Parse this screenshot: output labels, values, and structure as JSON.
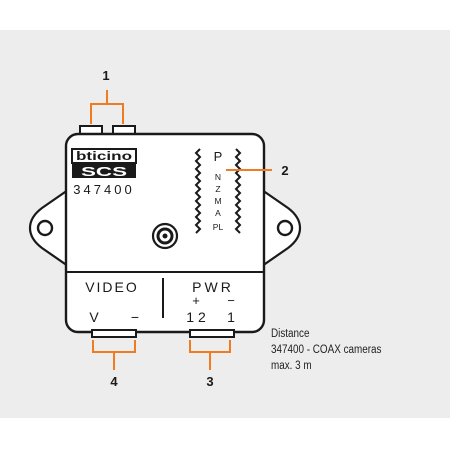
{
  "device": {
    "brand_top": "bticino",
    "brand_bottom": "SCS",
    "model": "347400",
    "selector_mark": "P",
    "selector_positions": [
      "N",
      "Z",
      "M",
      "A",
      "PL"
    ],
    "video_label": "VIDEO",
    "video_terminals": [
      "V",
      "−"
    ],
    "power_label": "PWR",
    "power_polarity": [
      "+",
      "−"
    ],
    "power_terminals": [
      "1 2",
      "1"
    ]
  },
  "callouts": {
    "one": "1",
    "two": "2",
    "three": "3",
    "four": "4"
  },
  "note": {
    "line1": "Distance",
    "line2": "347400 - COAX cameras",
    "line3": "max. 3 m"
  },
  "colors": {
    "panel": "#ededed",
    "callout": "#f07c22",
    "outline": "#1a1a1a",
    "device_fill": "#ffffff"
  }
}
